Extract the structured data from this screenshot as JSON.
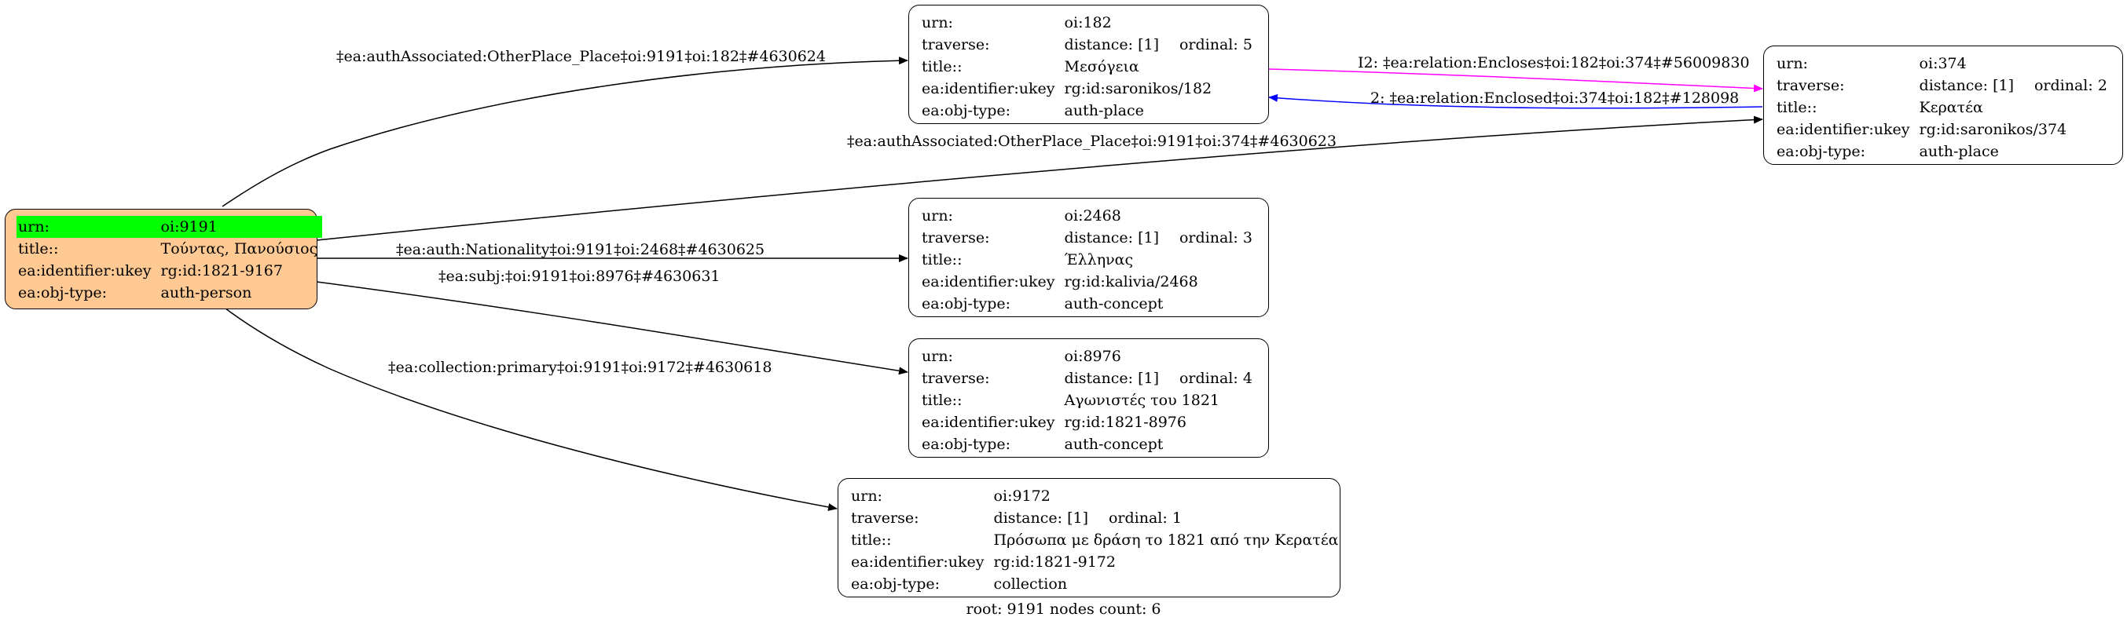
{
  "root_node": {
    "urn_key": "urn:",
    "urn": "oi:9191",
    "title_key": "title::",
    "title": "Τούντας, Πανούσιος",
    "ukey_key": "ea:identifier:ukey",
    "ukey": "rg:id:1821-9167",
    "type_key": "ea:obj-type:",
    "type": "auth-person"
  },
  "nodes": [
    {
      "urn_key": "urn:",
      "urn": "oi:182",
      "traverse_key": "traverse:",
      "distance": "distance: [1]",
      "ordinal": "ordinal: 5",
      "title_key": "title::",
      "title": "Μεσόγεια",
      "ukey_key": "ea:identifier:ukey",
      "ukey": "rg:id:saronikos/182",
      "type_key": "ea:obj-type:",
      "type": "auth-place"
    },
    {
      "urn_key": "urn:",
      "urn": "oi:374",
      "traverse_key": "traverse:",
      "distance": "distance: [1]",
      "ordinal": "ordinal: 2",
      "title_key": "title::",
      "title": "Κερατέα",
      "ukey_key": "ea:identifier:ukey",
      "ukey": "rg:id:saronikos/374",
      "type_key": "ea:obj-type:",
      "type": "auth-place"
    },
    {
      "urn_key": "urn:",
      "urn": "oi:2468",
      "traverse_key": "traverse:",
      "distance": "distance: [1]",
      "ordinal": "ordinal: 3",
      "title_key": "title::",
      "title": "Έλληνας",
      "ukey_key": "ea:identifier:ukey",
      "ukey": "rg:id:kalivia/2468",
      "type_key": "ea:obj-type:",
      "type": "auth-concept"
    },
    {
      "urn_key": "urn:",
      "urn": "oi:8976",
      "traverse_key": "traverse:",
      "distance": "distance: [1]",
      "ordinal": "ordinal: 4",
      "title_key": "title::",
      "title": "Αγωνιστές του 1821",
      "ukey_key": "ea:identifier:ukey",
      "ukey": "rg:id:1821-8976",
      "type_key": "ea:obj-type:",
      "type": "auth-concept"
    },
    {
      "urn_key": "urn:",
      "urn": "oi:9172",
      "traverse_key": "traverse:",
      "distance": "distance: [1]",
      "ordinal": "ordinal: 1",
      "title_key": "title::",
      "title": "Πρόσωπα με δράση το 1821 από την Κερατέα",
      "ukey_key": "ea:identifier:ukey",
      "ukey": "rg:id:1821-9172",
      "type_key": "ea:obj-type:",
      "type": "collection"
    }
  ],
  "edges": [
    {
      "label": "‡ea:authAssociated:OtherPlace_Place‡oi:9191‡oi:182‡#4630624",
      "color": "#000000"
    },
    {
      "label": "‡ea:authAssociated:OtherPlace_Place‡oi:9191‡oi:374‡#4630623",
      "color": "#000000"
    },
    {
      "label": "‡ea:auth:Nationality‡oi:9191‡oi:2468‡#4630625",
      "color": "#000000"
    },
    {
      "label": "‡ea:subj:‡oi:9191‡oi:8976‡#4630631",
      "color": "#000000"
    },
    {
      "label": "‡ea:collection:primary‡oi:9191‡oi:9172‡#4630618",
      "color": "#000000"
    },
    {
      "label": "I2: ‡ea:relation:Encloses‡oi:182‡oi:374‡#56009830",
      "color": "#ff00ff"
    },
    {
      "label": "2: ‡ea:relation:Enclosed‡oi:374‡oi:182‡#128098",
      "color": "#0000ff"
    }
  ],
  "highlight_color": "#00ff00",
  "root_fill": "#ffc993",
  "footer": "root: 9191 nodes count: 6"
}
